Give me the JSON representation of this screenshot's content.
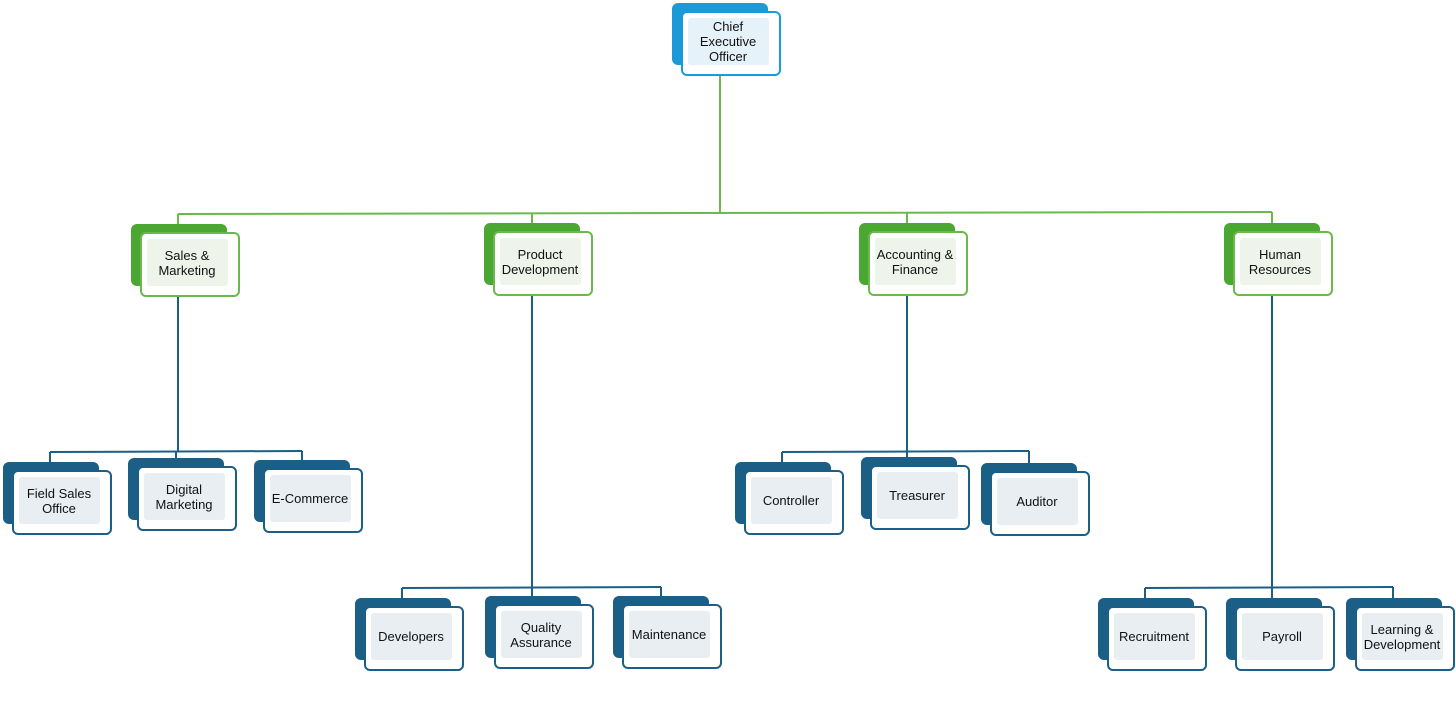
{
  "colors": {
    "executive_accent": "#1c9ad8",
    "department_accent": "#4aa832",
    "department_line": "#6bb84c",
    "unit_accent": "#1b5f86"
  },
  "org": {
    "ceo": {
      "label": "Chief\nExecutive\nOfficer"
    },
    "departments": [
      {
        "label": "Sales &\nMarketing",
        "units": [
          {
            "label": "Field Sales\nOffice"
          },
          {
            "label": "Digital\nMarketing"
          },
          {
            "label": "E-Commerce"
          }
        ]
      },
      {
        "label": "Product\nDevelopment",
        "units": [
          {
            "label": "Developers"
          },
          {
            "label": "Quality\nAssurance"
          },
          {
            "label": "Maintenance"
          }
        ]
      },
      {
        "label": "Accounting &\nFinance",
        "units": [
          {
            "label": "Controller"
          },
          {
            "label": "Treasurer"
          },
          {
            "label": "Auditor"
          }
        ]
      },
      {
        "label": "Human\nResources",
        "units": [
          {
            "label": "Recruitment"
          },
          {
            "label": "Payroll"
          },
          {
            "label": "Learning &\nDevelopment"
          }
        ]
      }
    ]
  }
}
